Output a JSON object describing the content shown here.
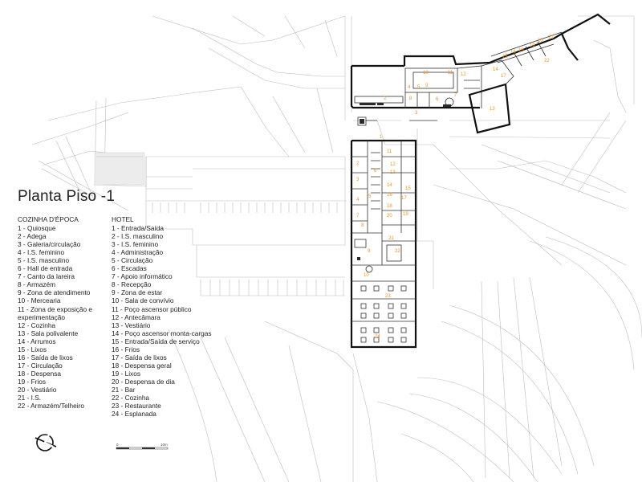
{
  "title": "Planta Piso -1",
  "legend_kitchen": {
    "heading": "COZINHA D'ÉPOCA",
    "items": [
      "1 - Quiosque",
      "2 - Adega",
      "3 - Galeria/circulação",
      "4 - I.S. feminino",
      "5 - I.S. masculino",
      "6 - Hall de entrada",
      "7 - Canto da lareira",
      "8 - Armazém",
      "9 - Zona de atendimento",
      "10 - Mercearia",
      "11 - Zona de exposição e experimentação",
      "12 - Cozinha",
      "13 - Sala polivalente",
      "14 - Arrumos",
      "15 - Lixos",
      "16 - Saída de lixos",
      "17 - Circulação",
      "18 - Despensa",
      "19 - Frios",
      "20 - Vestiário",
      "21 - I.S.",
      "22 - Armazém/Telheiro"
    ]
  },
  "legend_hotel": {
    "heading": "HOTEL",
    "items": [
      "1 - Entrada/Saída",
      "2 - I.S. masculino",
      "3 - I.S. feminino",
      "4 - Administração",
      "5 - Circulação",
      "6 - Escadas",
      "7 - Apoio informático",
      "8 - Recepção",
      "9 - Zona de estar",
      "10 - Sala de convívio",
      "11 - Poço ascensor público",
      "12 - Antecâmara",
      "13 - Vestiário",
      "14 - Poço ascensor monta-cargas",
      "15 - Entrada/Saída de serviço",
      "16 - Frios",
      "17 - Saída de lixos",
      "18 - Despensa geral",
      "19 - Lixos",
      "20 - Despensa de dia",
      "21 - Bar",
      "22 - Cozinha",
      "23 - Restaurante",
      "24 - Esplanada"
    ]
  },
  "scale": {
    "zero_label": "0",
    "max_label": "10m"
  },
  "kitchen_plan_numbers": [
    "2",
    "3",
    "10",
    "11",
    "12",
    "13",
    "22",
    "4",
    "5",
    "6",
    "7",
    "8",
    "9",
    "14",
    "15",
    "16",
    "17",
    "18",
    "19",
    "20",
    "21"
  ],
  "hotel_plan_numbers": [
    "1",
    "2",
    "3",
    "4",
    "5",
    "6",
    "7",
    "8",
    "9",
    "10",
    "11",
    "12",
    "13",
    "14",
    "15",
    "16",
    "17",
    "18",
    "19",
    "20",
    "21",
    "22",
    "23",
    "24"
  ],
  "colors": {
    "room_numbers": "#f0901e",
    "walls": "#111111",
    "context_lines": "#bdbdbd"
  }
}
